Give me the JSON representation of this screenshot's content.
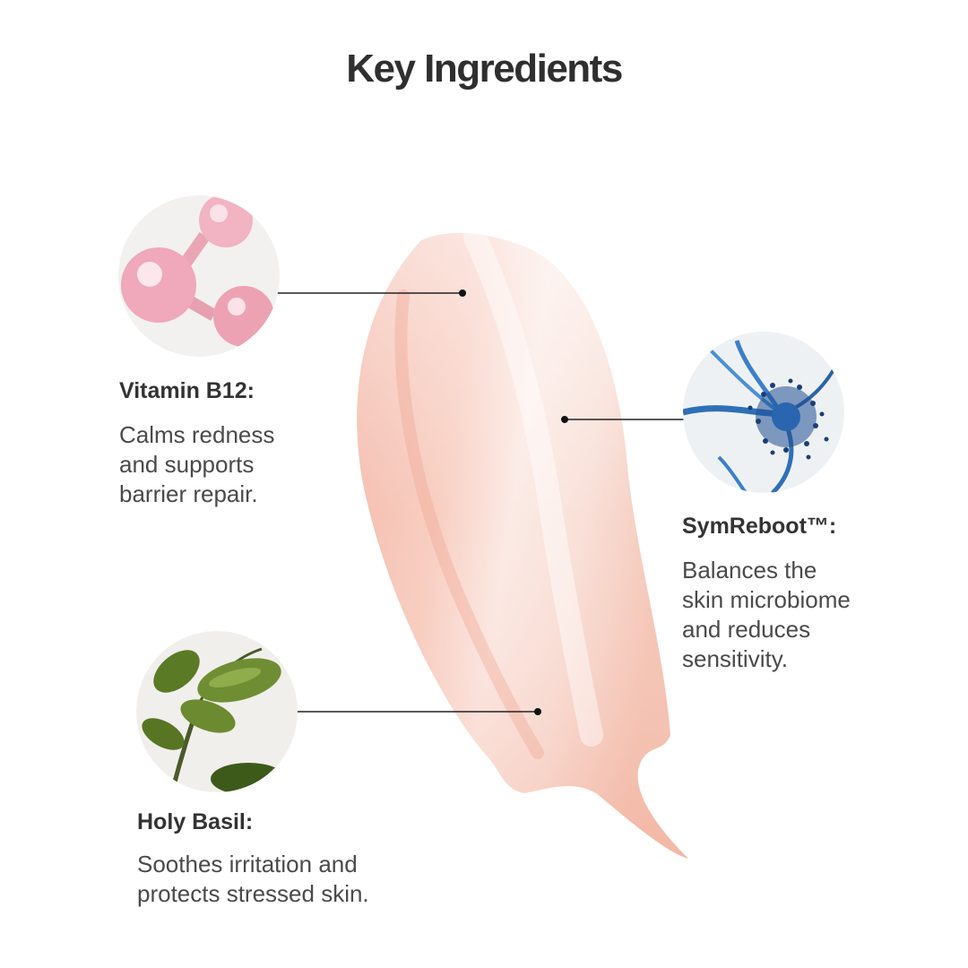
{
  "title": "Key Ingredients",
  "ingredients": [
    {
      "name": "Vitamin B12:",
      "description": "Calms redness\nand supports\nbarrier repair.",
      "icon": "molecule-icon"
    },
    {
      "name": "SymReboot™:",
      "description": "Balances the\nskin microbiome\nand reduces\nsensitivity.",
      "icon": "microbiome-icon"
    },
    {
      "name": "Holy Basil:",
      "description": "Soothes irritation and\nprotects stressed skin.",
      "icon": "basil-leaf-icon"
    }
  ],
  "colors": {
    "cream_pink": "#f3b8a8",
    "cream_highlight": "#fbe9e3",
    "text_dark": "#333333",
    "microbiome_blue": "#2f6fb8",
    "molecule_pink": "#eba3b3",
    "leaf_green": "#5e7b2e"
  }
}
